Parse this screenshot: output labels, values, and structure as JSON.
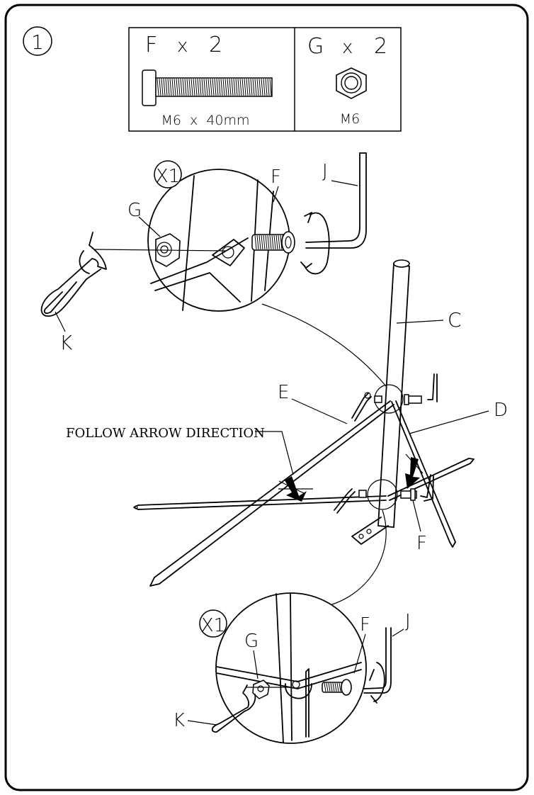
{
  "step": {
    "number": "1"
  },
  "parts_box": {
    "bolt": {
      "letter": "F",
      "times": "x",
      "qty": "2",
      "spec": "M6  x  40mm",
      "icon": "bolt-icon"
    },
    "nut": {
      "letter": "G",
      "times": "x",
      "qty": "2",
      "spec": "M6",
      "icon": "hex-nut-icon"
    }
  },
  "labels": {
    "top_detail_scale": "X1",
    "bottom_detail_scale": "X1",
    "nut": "G",
    "bolt": "F",
    "allen_key": "J",
    "wrench": "K",
    "pole": "C",
    "leg_d": "D",
    "leg_e": "E",
    "instruction": "FOLLOW ARROW DIRECTION"
  },
  "icons": [
    "wrench-icon",
    "allen-key-icon",
    "rotate-arrow-icon",
    "direction-arrow-icon"
  ]
}
